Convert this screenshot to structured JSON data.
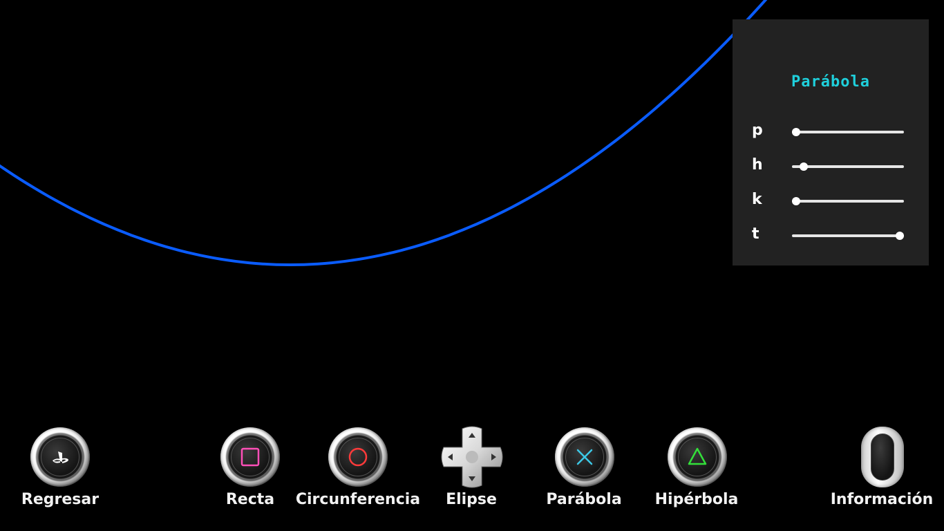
{
  "graph": {
    "curve_color": "#0a5cff",
    "curve_type": "parabola"
  },
  "panel": {
    "title": "Parábola",
    "title_color": "#1fd0dc",
    "sliders": [
      {
        "label": "p",
        "value": 0.0
      },
      {
        "label": "h",
        "value": 0.07
      },
      {
        "label": "k",
        "value": 0.0
      },
      {
        "label": "t",
        "value": 1.0
      }
    ]
  },
  "toolbar": {
    "back": {
      "label": "Regresar",
      "icon": "playstation-logo-icon"
    },
    "line": {
      "label": "Recta",
      "icon": "square-icon",
      "color": "#ff4fb8"
    },
    "circle": {
      "label": "Circunferencia",
      "icon": "circle-icon",
      "color": "#ff3a3a"
    },
    "ellipse": {
      "label": "Elipse",
      "icon": "dpad-icon"
    },
    "parabola": {
      "label": "Parábola",
      "icon": "cross-icon",
      "color": "#3cc8e6"
    },
    "hyperbola": {
      "label": "Hipérbola",
      "icon": "triangle-icon",
      "color": "#33e03a"
    },
    "info": {
      "label": "Información",
      "icon": "analog-stick-icon"
    }
  }
}
